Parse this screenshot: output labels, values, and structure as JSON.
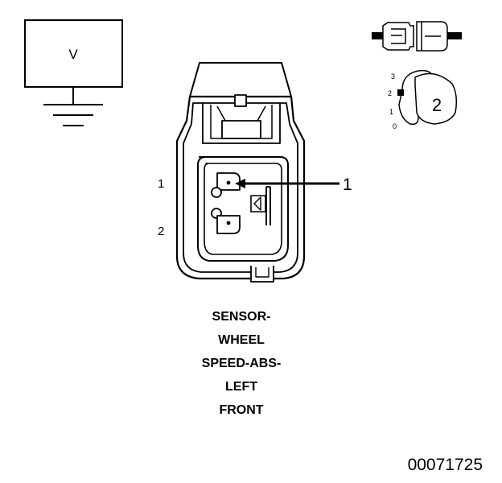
{
  "meter": {
    "symbol": "V"
  },
  "pins": {
    "pin1": "1",
    "pin2": "2"
  },
  "callout": {
    "number": "1"
  },
  "view_icon": {
    "step_labels": [
      "3",
      "2",
      "1",
      "0"
    ],
    "selected_view": "2"
  },
  "title": {
    "lines": [
      "SENSOR-",
      "WHEEL",
      "SPEED-ABS-",
      "LEFT",
      "FRONT"
    ]
  },
  "document_number": "00071725"
}
